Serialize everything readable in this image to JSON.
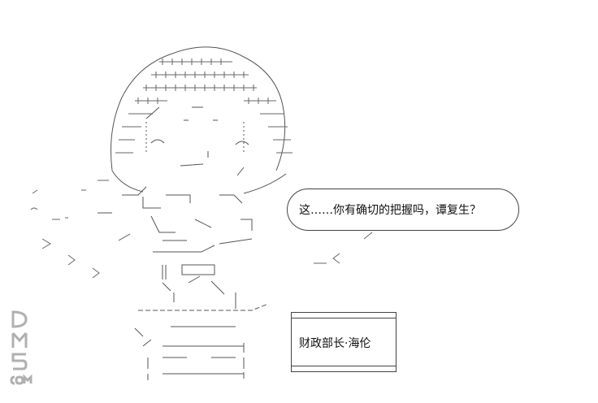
{
  "dialogue": {
    "speech": "这……你有确切的把握吗，谭复生？"
  },
  "caption": {
    "speaker": "财政部长·海伦"
  },
  "watermark": {
    "text": "DM5.com"
  },
  "art": {
    "line_color": "#3a3a3a"
  }
}
